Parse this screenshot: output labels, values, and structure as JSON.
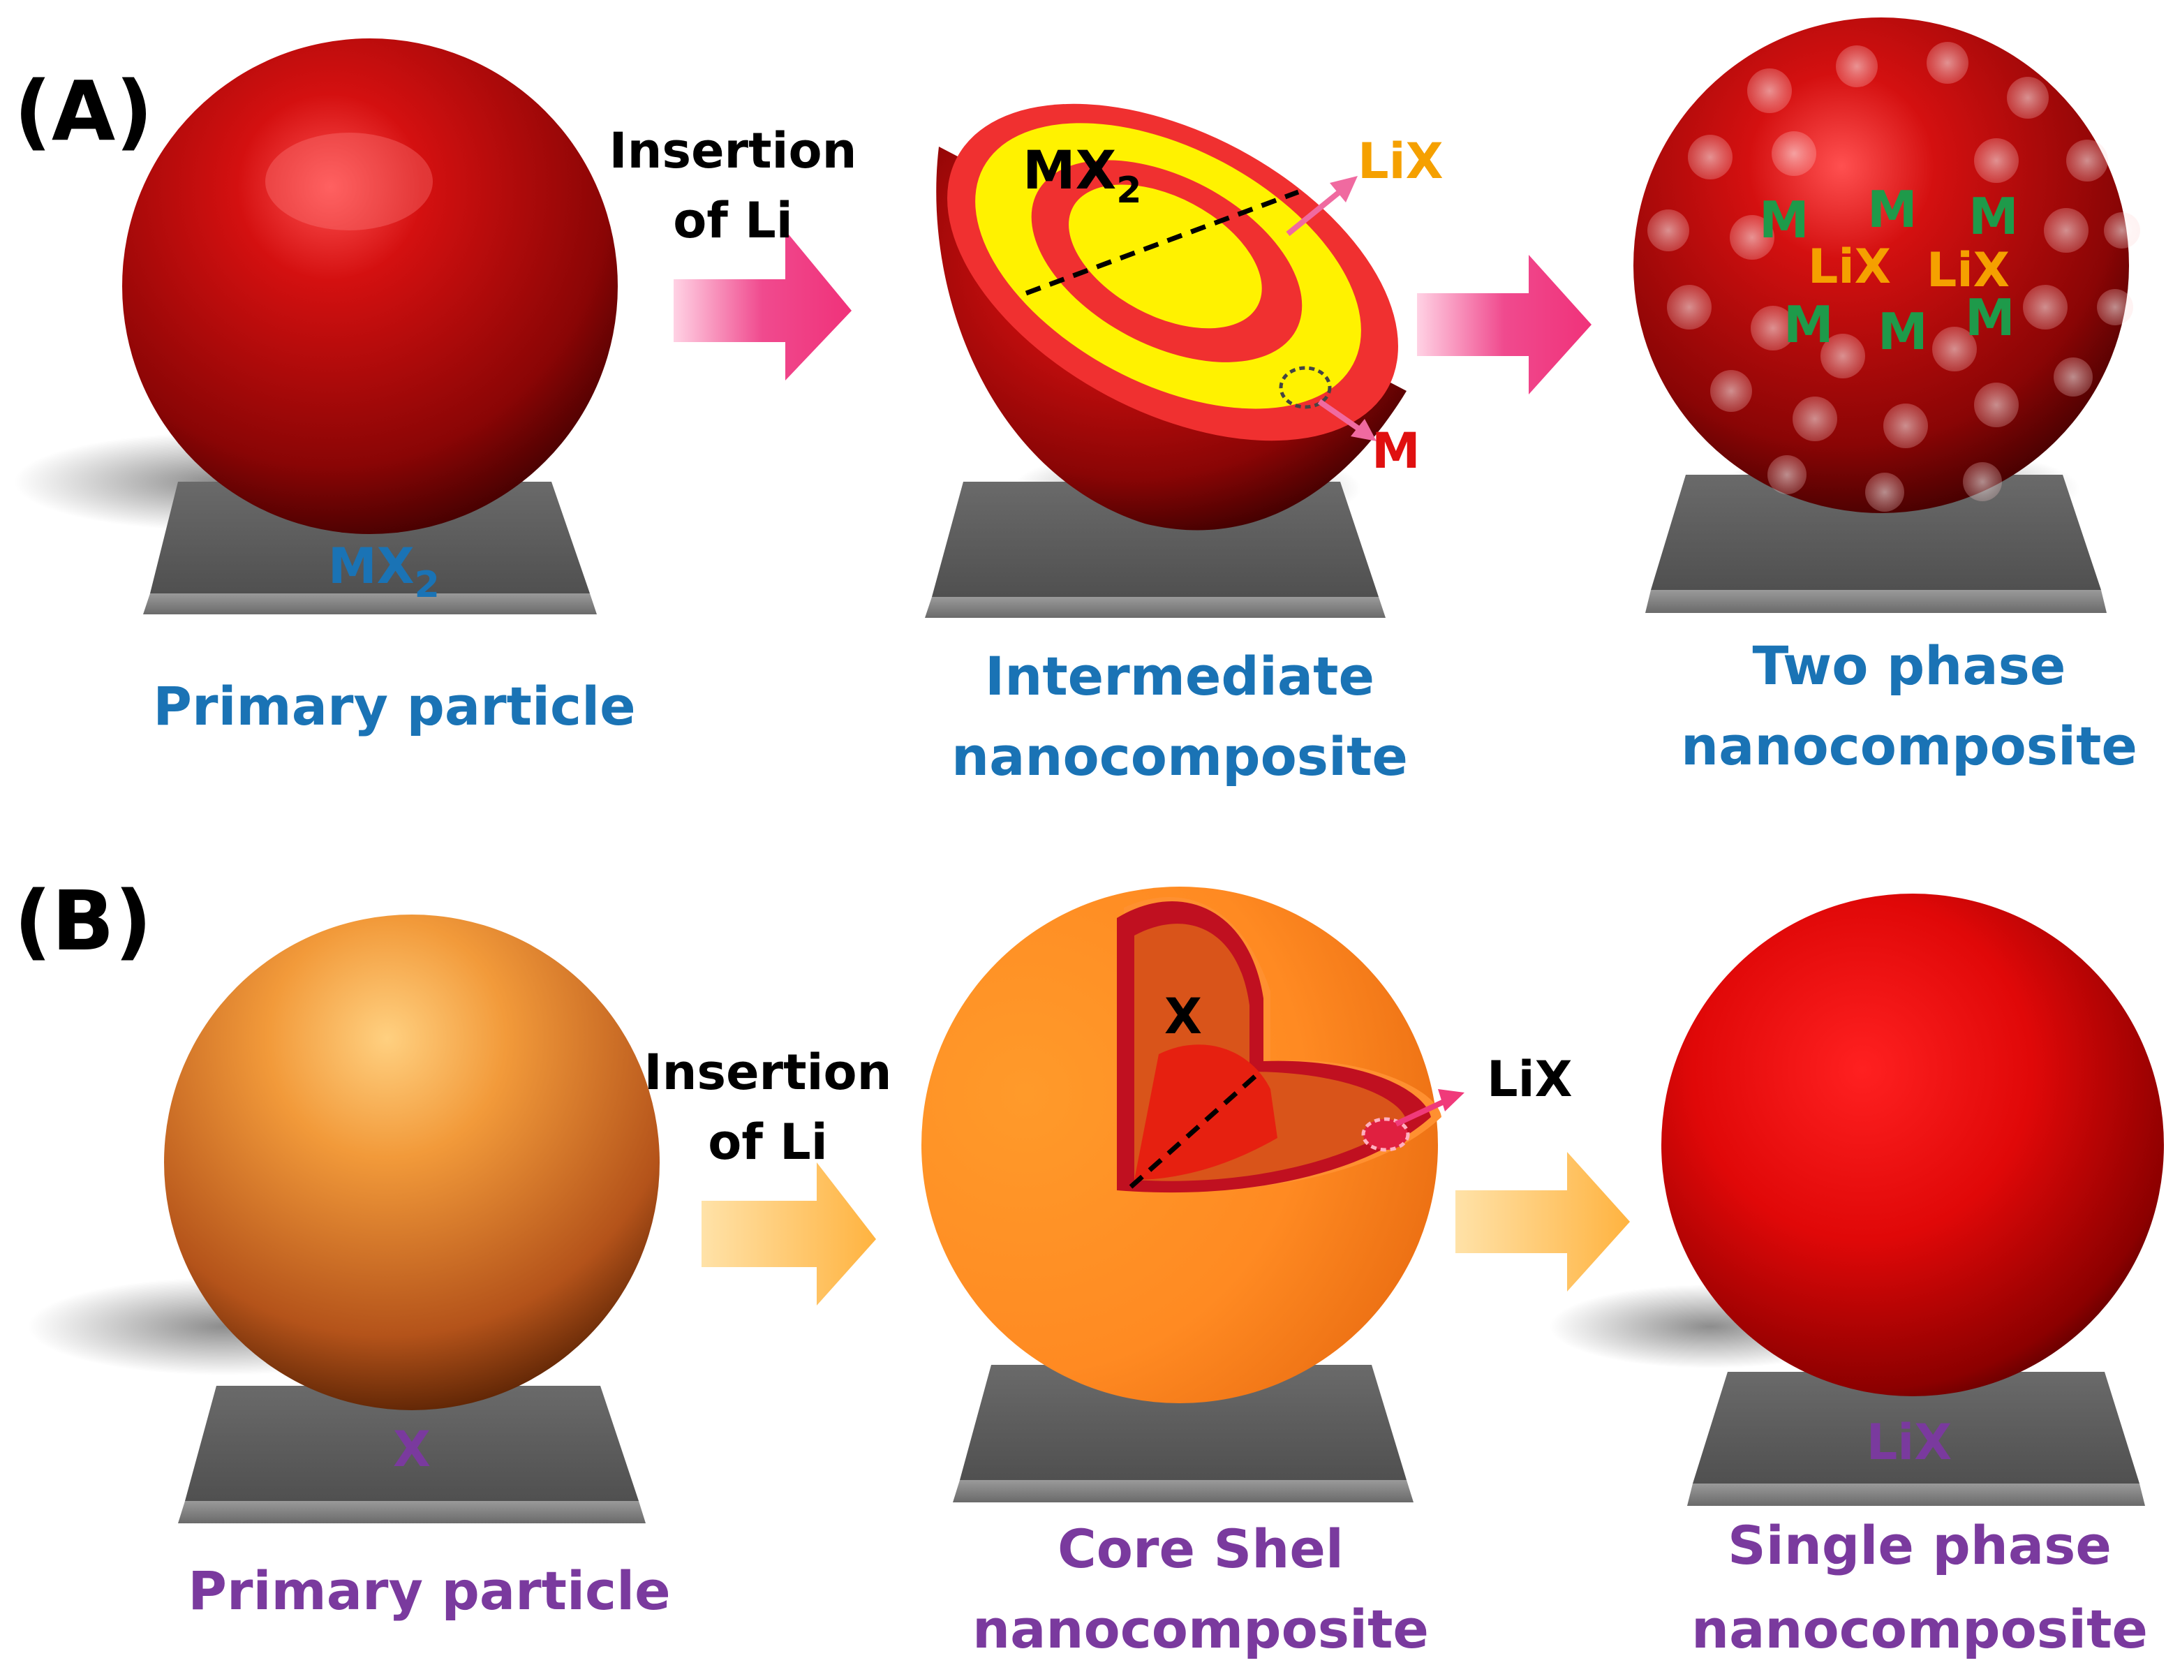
{
  "panels": {
    "a": {
      "label": "(A)"
    },
    "b": {
      "label": "(B)"
    }
  },
  "arrow_text": {
    "a_line1": "Insertion",
    "a_line2": "of Li",
    "b_line1": "Insertion",
    "b_line2": "of Li"
  },
  "row_a": {
    "primary": {
      "pedestal_label": "MX",
      "pedestal_sub": "2",
      "caption": "Primary particle"
    },
    "intermediate": {
      "core_label": "MX",
      "core_sub": "2",
      "lix_label": "LiX",
      "m_label": "M",
      "caption_line1": "Intermediate",
      "caption_line2": "nanocomposite"
    },
    "two_phase": {
      "m_labels": [
        "M",
        "M",
        "M",
        "M",
        "M",
        "M"
      ],
      "lix_labels": [
        "LiX",
        "LiX"
      ],
      "caption_line1": "Two phase",
      "caption_line2": "nanocomposite"
    }
  },
  "row_b": {
    "primary": {
      "pedestal_label": "X",
      "caption": "Primary particle"
    },
    "core_shell": {
      "core_label": "X",
      "lix_label": "LiX",
      "caption_line1": "Core Shel",
      "caption_line2": "nanocomposite"
    },
    "single_phase": {
      "pedestal_label": "LiX",
      "caption_line1": "Single phase",
      "caption_line2": "nanocomposite"
    }
  },
  "colors": {
    "caption_a": "#1a73b5",
    "caption_b": "#7a3a9e",
    "arrow_a": "#f0327a",
    "arrow_b": "#ffb340",
    "m_green": "#1e9a4a",
    "lix_orange": "#f5a000",
    "m_red": "#e01010",
    "pedestal": "#5a5a5a"
  }
}
